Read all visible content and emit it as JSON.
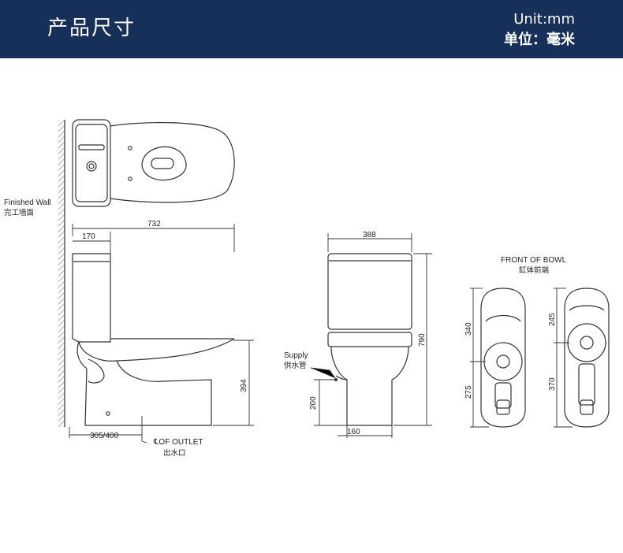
{
  "header": {
    "title": "产品尺寸",
    "unit_en": "Unit:mm",
    "unit_cn": "单位：毫米"
  },
  "labels": {
    "finished_wall": "Finished Wall",
    "finished_wall_cn": "完工墙面",
    "outlet": "℄OF OUTLET",
    "outlet_cn": "出水口",
    "supply": "Supply",
    "supply_cn": "供水管",
    "front_of_bowl": "FRONT OF BOWL",
    "front_of_bowl_cn": "缸体前端"
  },
  "dimensions": {
    "overall_depth": "732",
    "tank_depth": "170",
    "rough_in": "305/400",
    "bowl_height": "394",
    "width": "388",
    "height": "790",
    "supply_height": "200",
    "base_width": "160",
    "bowl_a_rear": "340",
    "bowl_a_front": "275",
    "bowl_b_rear": "245",
    "bowl_b_front": "370"
  },
  "colors": {
    "header_bg": "#16305a",
    "line": "#333333"
  }
}
